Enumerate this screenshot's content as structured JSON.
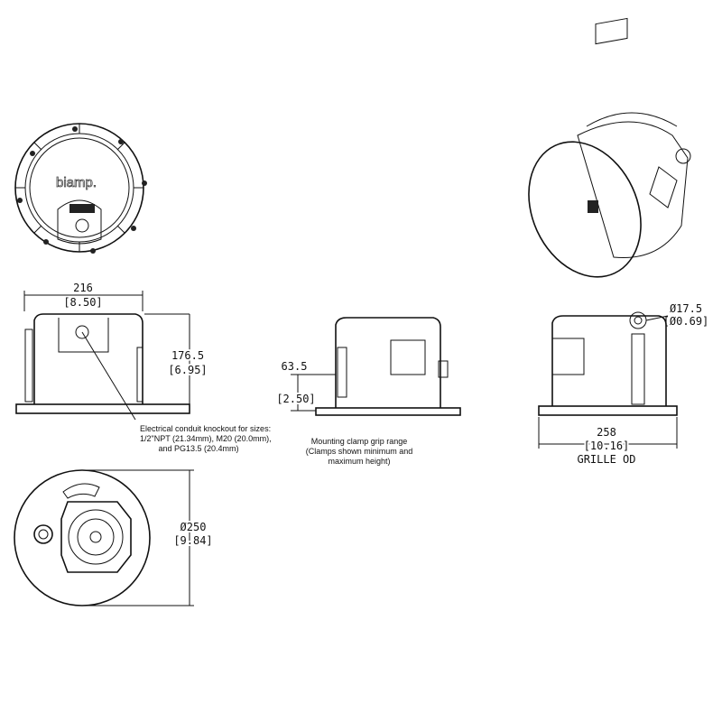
{
  "brand_logo": "biamp.",
  "dimensions": {
    "width": {
      "mm": "216",
      "in": "[8.50]"
    },
    "height": {
      "mm": "176.5",
      "in": "[6.95]"
    },
    "clamp": {
      "mm": "63.5",
      "in": "[2.50]"
    },
    "knockout": {
      "mm": "Ø17.5",
      "in": "[Ø0.69]"
    },
    "grille": {
      "mm": "258",
      "in": "[10.16]",
      "label": "GRILLE OD"
    },
    "cutout": {
      "mm": "Ø250",
      "in": "[9.84]"
    }
  },
  "notes": {
    "conduit": [
      "Electrical conduit knockout for sizes:",
      "1/2\"NPT (21.34mm), M20 (20.0mm),",
      "and PG13.5 (20.4mm)"
    ],
    "clamp": [
      "Mounting clamp grip range",
      "(Clamps shown minimum and",
      "maximum height)"
    ]
  }
}
